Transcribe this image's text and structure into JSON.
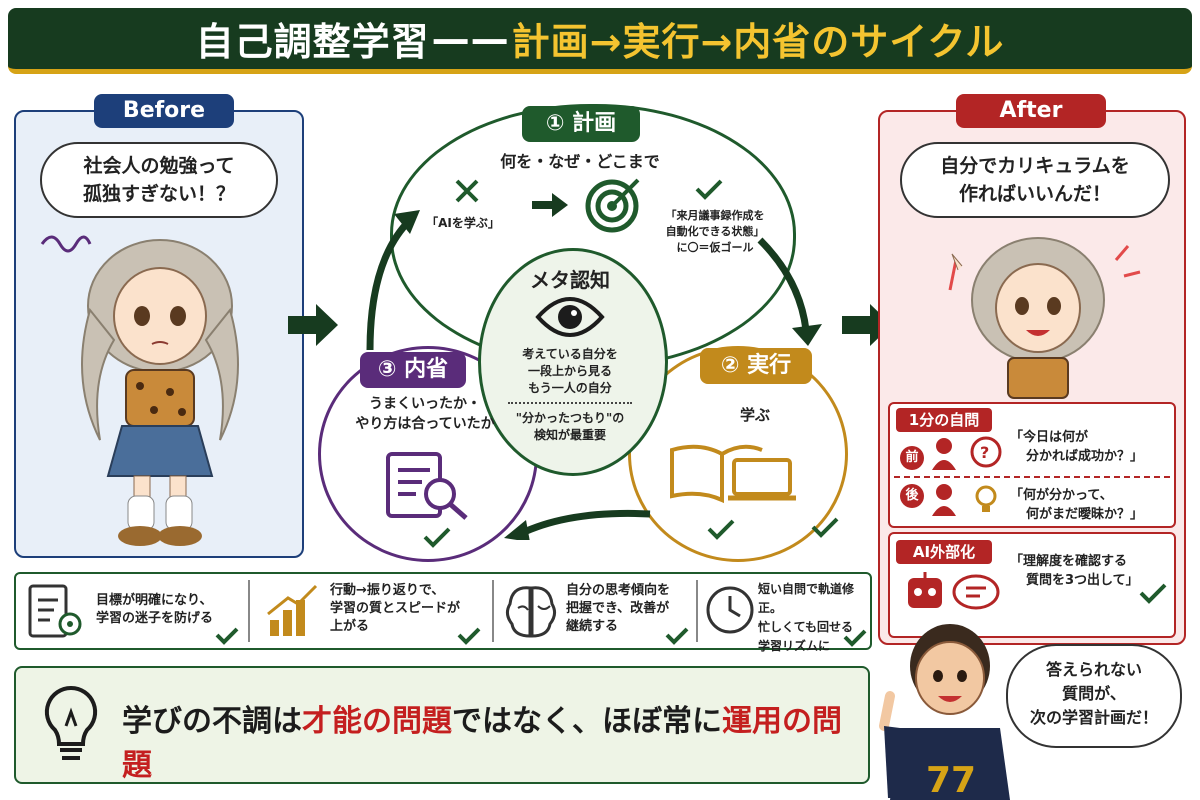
{
  "header": {
    "title_main": "自己調整学習",
    "title_dash": "——",
    "title_sub": "計画→実行→内省のサイクル"
  },
  "before": {
    "tag": "Before",
    "bubble_line1": "社会人の勉強って",
    "bubble_line2": "孤独すぎない！？"
  },
  "after": {
    "tag": "After",
    "bubble_line1": "自分でカリキュラムを",
    "bubble_line2": "作ればいいんだ！"
  },
  "cycle": {
    "plan": {
      "label": "① 計画",
      "sub": "何を・なぜ・どこまで",
      "bad_label": "「AIを学ぶ」",
      "good_line1": "「来月議事録作成を",
      "good_line2": "自動化できる状態」",
      "good_line3": "に〇＝仮ゴール"
    },
    "meta": {
      "title": "メタ認知",
      "desc_line1": "考えている自分を",
      "desc_line2": "一段上から見る",
      "desc_line3": "もう一人の自分",
      "note_line1": "\"分かったつもり\"の",
      "note_line2": "検知が最重要"
    },
    "execute": {
      "label": "② 実行",
      "sub": "学ぶ"
    },
    "reflect": {
      "label": "③ 内省",
      "sub_line1": "うまくいったか・",
      "sub_line2": "やり方は合っていたか"
    }
  },
  "self_questions": {
    "title": "1分の自問",
    "before_tag": "前",
    "before_line1": "「今日は何が",
    "before_line2": "分かれば成功か？」",
    "after_tag": "後",
    "after_line1": "「何が分かって、",
    "after_line2": "何がまだ曖昧か？」"
  },
  "ai": {
    "title": "AI外部化",
    "line1": "「理解度を確認する",
    "line2": "質問を3つ出して」"
  },
  "benefits": [
    {
      "line1": "目標が明確になり、",
      "line2": "学習の迷子を防げる",
      "line3": ""
    },
    {
      "line1": "行動→振り返りで、",
      "line2": "学習の質とスピードが",
      "line3": "上がる"
    },
    {
      "line1": "自分の思考傾向を",
      "line2": "把握でき、改善が",
      "line3": "継続する"
    },
    {
      "line1": "短い自問で軌道修正。",
      "line2": "忙しくても回せる",
      "line3": "学習リズムに"
    }
  ],
  "conclusion": {
    "part1": "学びの不調は",
    "part2": "才能の問題",
    "part3": "ではなく、ほぼ常に",
    "part4": "運用の問題"
  },
  "boy_bubble": {
    "line1": "答えられない",
    "line2": "質問が、",
    "line3": "次の学習計画だ！"
  },
  "jersey_number": "77",
  "colors": {
    "header_bg": "#173b1f",
    "accent_gold": "#f4c430",
    "before_blue": "#1d3f7a",
    "after_red": "#b32525",
    "plan_green": "#1f5a2c",
    "execute_gold": "#c28a1c",
    "reflect_purple": "#5a2c7a"
  }
}
